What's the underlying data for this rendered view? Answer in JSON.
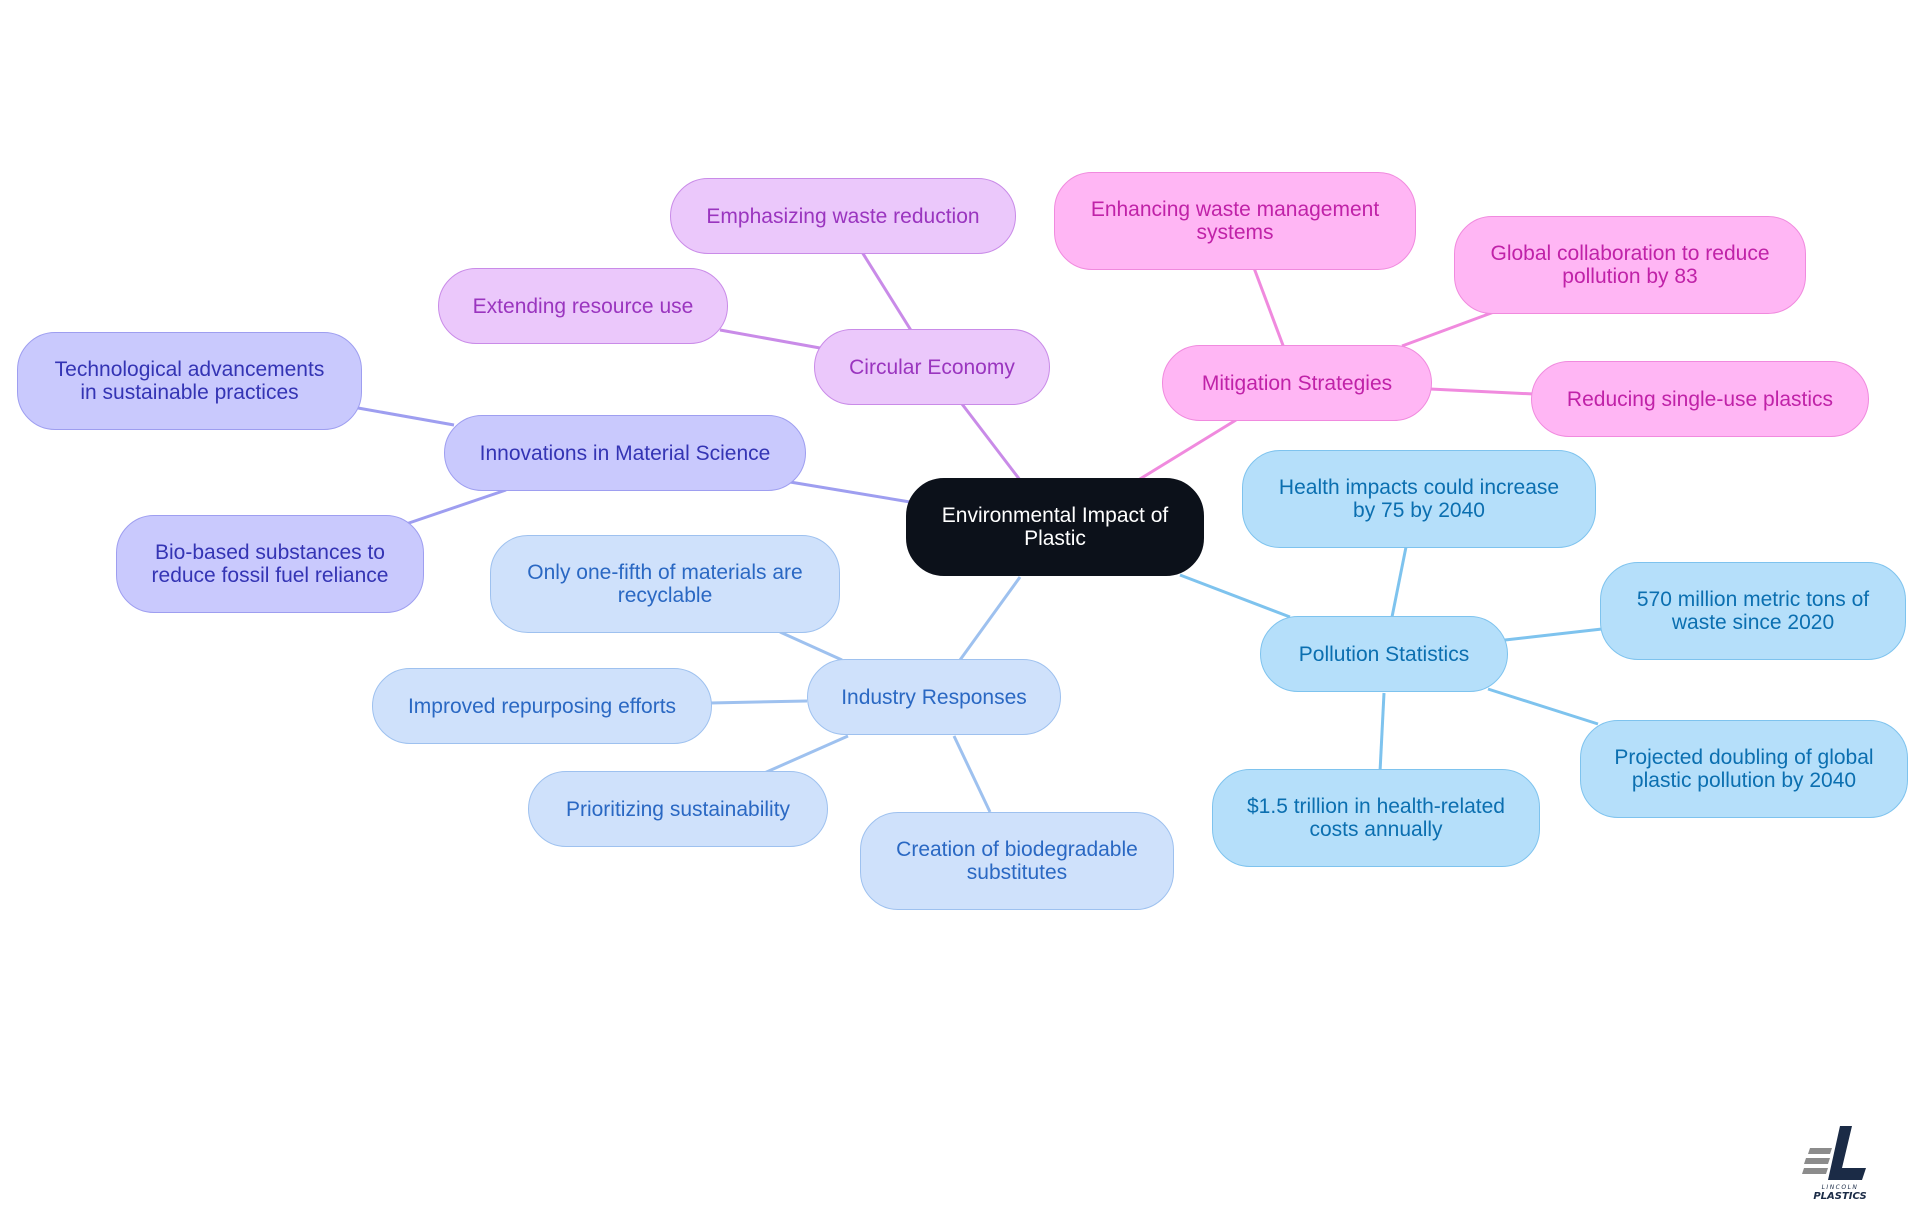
{
  "mindmap": {
    "root": "Environmental Impact of Plastic",
    "branches": [
      {
        "label": "Circular Economy",
        "children": [
          "Emphasizing waste reduction",
          "Extending resource use"
        ]
      },
      {
        "label": "Mitigation Strategies",
        "children": [
          "Enhancing waste management systems",
          "Global collaboration to reduce pollution by 83",
          "Reducing single-use plastics"
        ]
      },
      {
        "label": "Innovations in Material Science",
        "children": [
          "Technological advancements in sustainable practices",
          "Bio-based substances to reduce fossil fuel reliance"
        ]
      },
      {
        "label": "Industry Responses",
        "children": [
          "Only one-fifth of materials are recyclable",
          "Improved repurposing efforts",
          "Prioritizing sustainability",
          "Creation of biodegradable substitutes"
        ]
      },
      {
        "label": "Pollution Statistics",
        "children": [
          "Health impacts could increase by 75 by 2040",
          "570 million metric tons of waste since 2020",
          "Projected doubling of global plastic pollution by 2040",
          "$1.5 trillion in health-related costs annually"
        ]
      }
    ]
  },
  "colors": {
    "root": "#0c111a",
    "circular_economy": "#ebc8fb",
    "mitigation_strategies": "#ffb6f4",
    "innovations": "#c9c9fd",
    "industry_responses": "#cfe1fb",
    "pollution_statistics": "#b5dffa"
  },
  "logo": {
    "text": "LINCOLN PLASTICS",
    "icon": "lincoln-plastics-logo"
  }
}
